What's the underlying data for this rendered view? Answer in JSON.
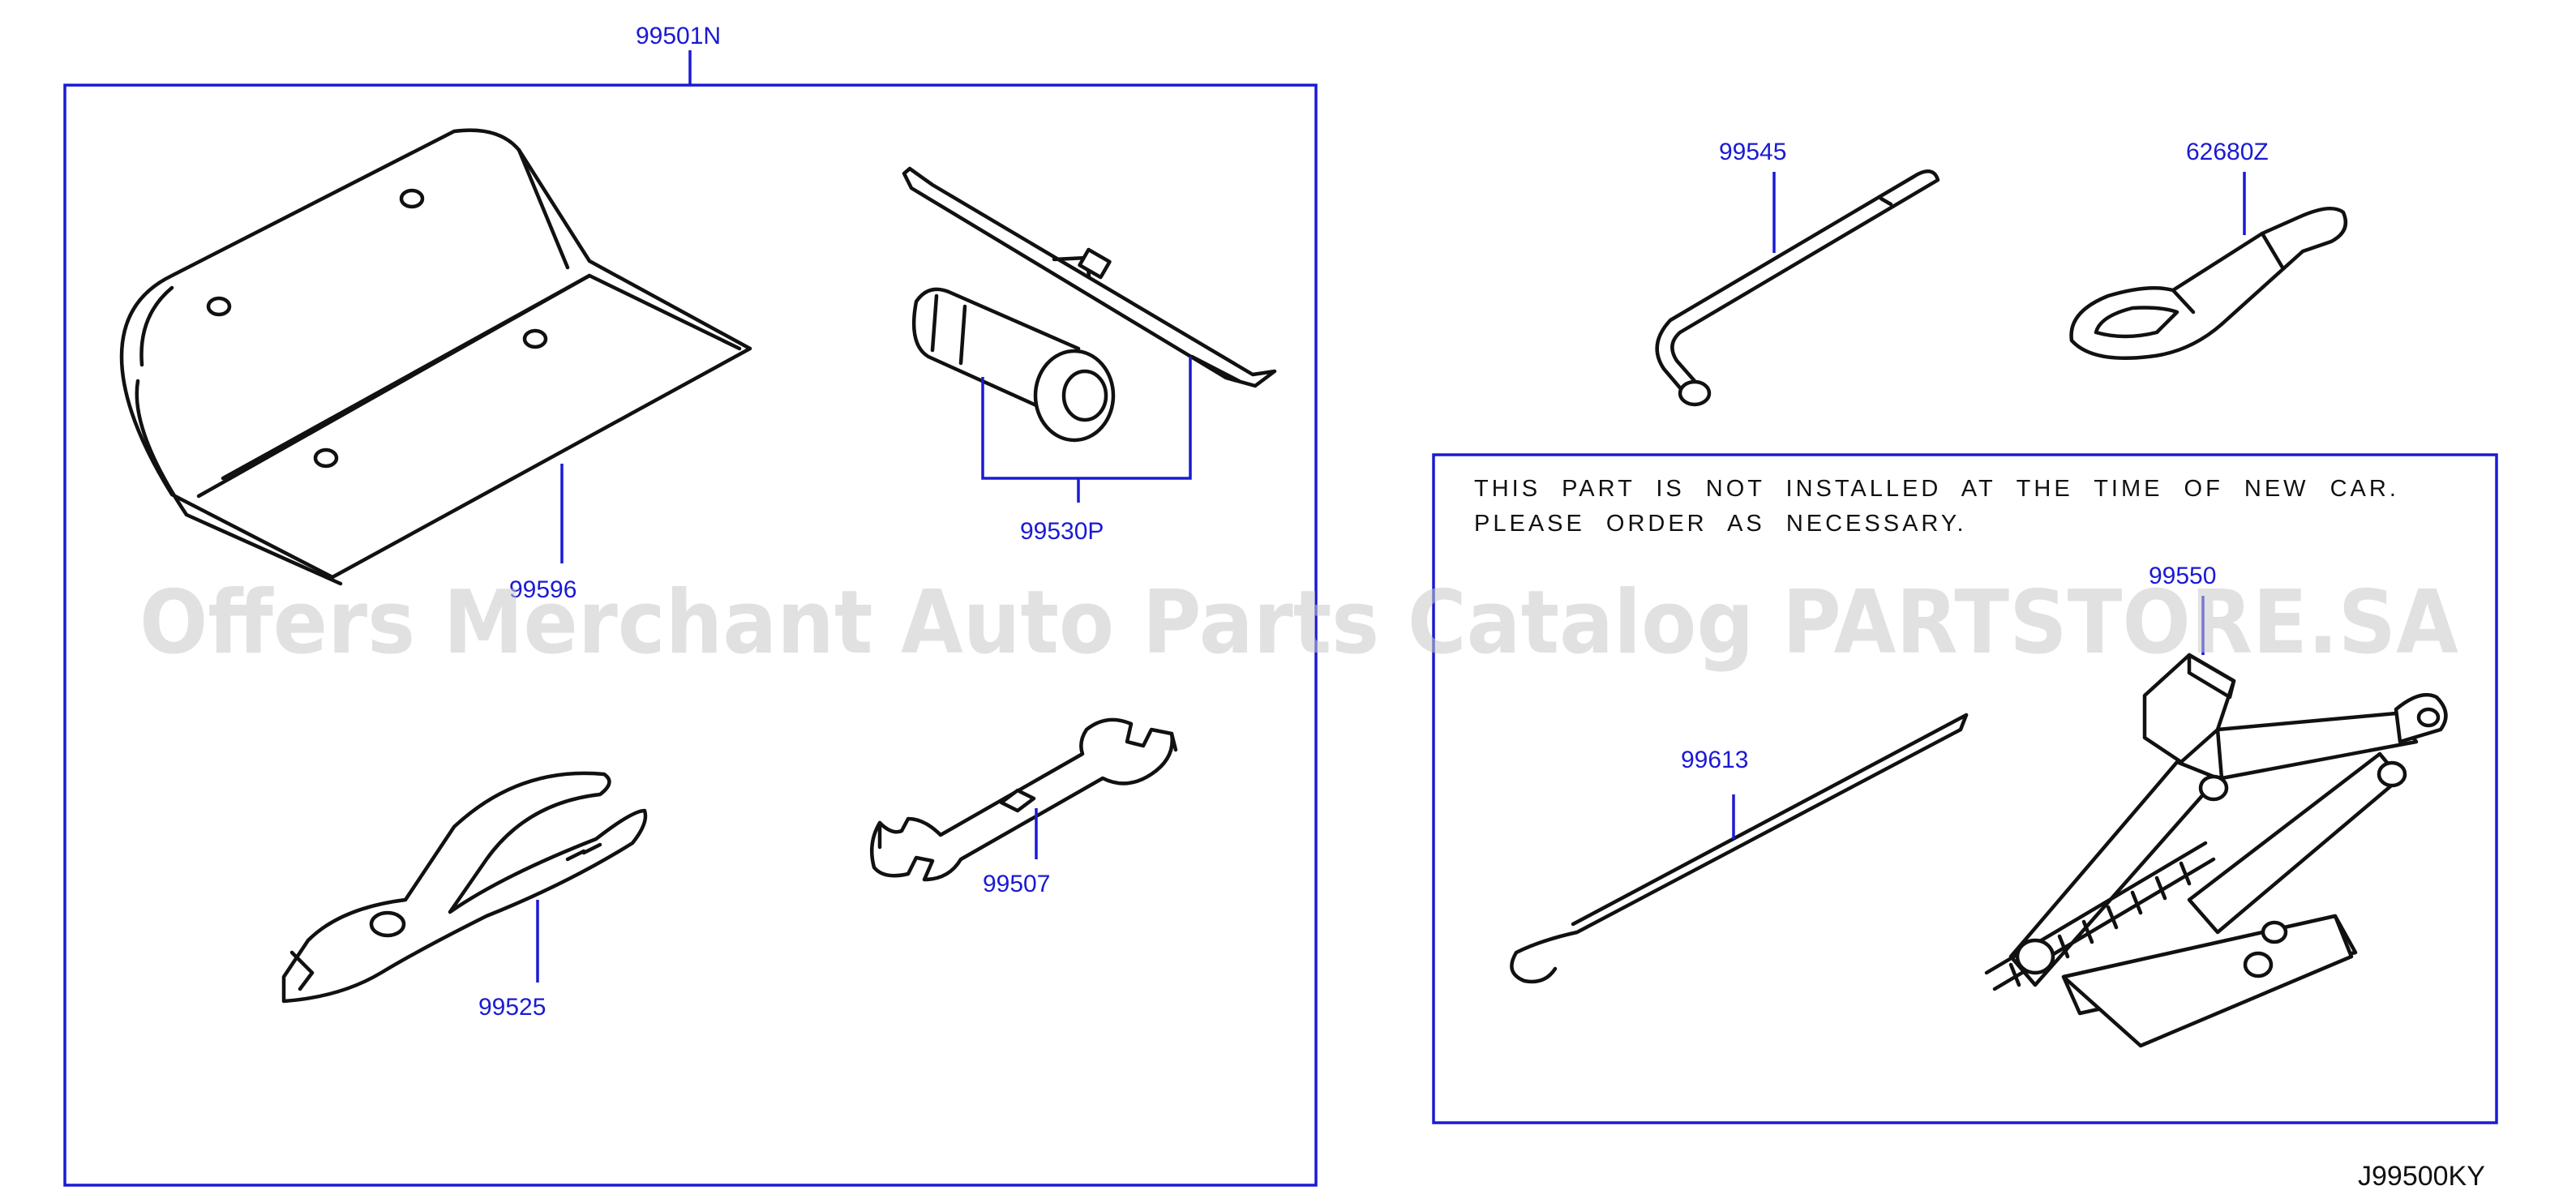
{
  "labels": {
    "kit": "99501N",
    "mat": "99596",
    "handle_set": "99530P",
    "pliers": "99525",
    "wrench": "99507",
    "lug_wrench": "99545",
    "tow_hook": "62680Z",
    "jack": "99550",
    "jack_rod": "99613"
  },
  "note": {
    "line1": "THIS PART IS NOT INSTALLED AT THE TIME OF NEW CAR.",
    "line2": "PLEASE ORDER AS NECESSARY."
  },
  "drawing_code": "J99500KY",
  "watermark": "Offers Merchant Auto Parts Catalog PARTSTORE.SA",
  "colors": {
    "callout": "#1a1ad4",
    "line": "#111111",
    "watermark": "#c8c8c8"
  }
}
